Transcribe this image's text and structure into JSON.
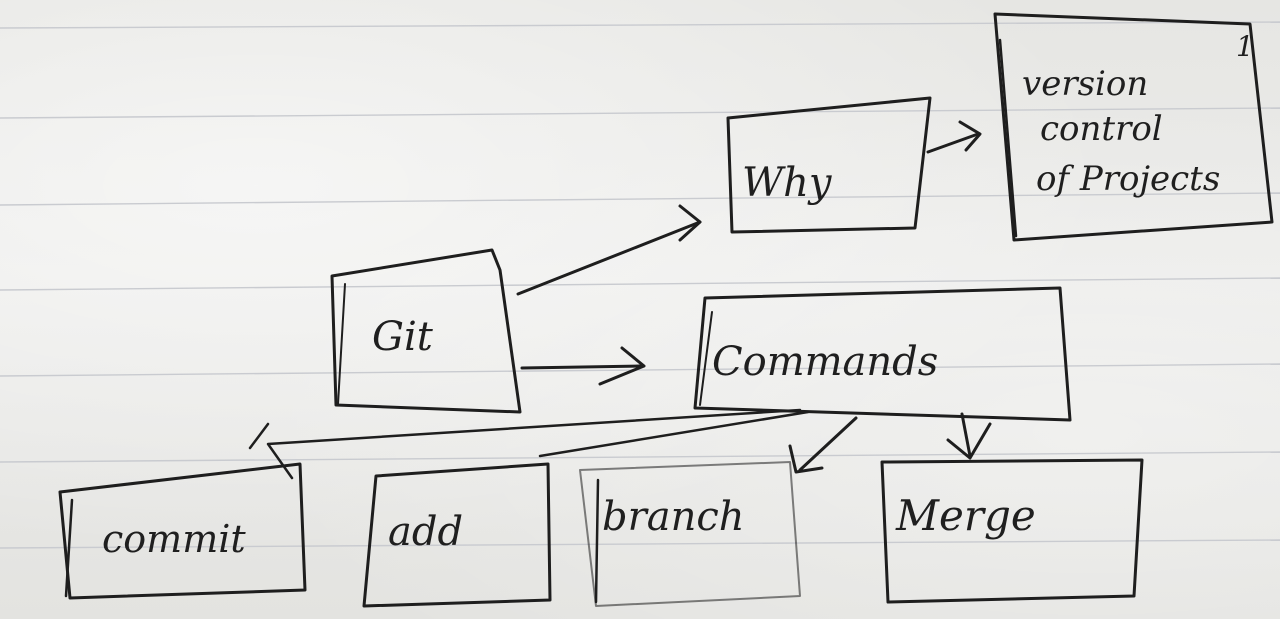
{
  "nodes": {
    "git": "Git",
    "why": "Why",
    "version_control": [
      "version",
      "control",
      "of Projects"
    ],
    "commands": "Commands",
    "commit": "commit",
    "add": "add",
    "branch": "branch",
    "merge": "Merge"
  },
  "corner_mark": "1",
  "colors": {
    "ink": "#1e1e1e",
    "paper": "#e9e9e6",
    "rule": "#c9cbd0"
  }
}
